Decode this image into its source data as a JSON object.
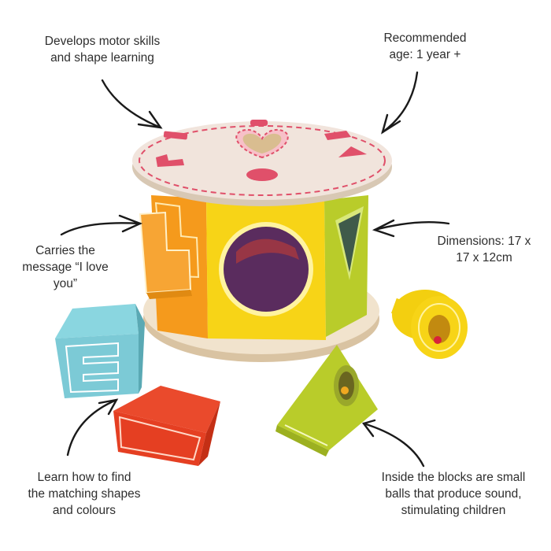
{
  "annotations": {
    "motor_skills": "Develops motor skills\nand shape learning",
    "recommended_age": "Recommended\nage: 1 year +",
    "message": "Carries the\nmessage “I love\nyou”",
    "dimensions": "Dimensions: 17 x\n17 x 12cm",
    "matching": "Learn how to find\nthe matching shapes\nand colours",
    "sound_balls": "Inside the blocks are small\nballs that produce sound,\nstimulating children"
  },
  "product": {
    "name": "Shape sorter drum",
    "lid_shapes": [
      "rectangle",
      "rounded-rect",
      "diamond",
      "triangle",
      "circle",
      "L-shape",
      "heart"
    ],
    "panels": [
      "orange-L",
      "yellow-circle",
      "green-triangle"
    ],
    "loose_blocks": [
      "blue-E-cube",
      "red-rectangle",
      "green-triangle-prism",
      "yellow-cylinder"
    ]
  },
  "colors": {
    "wood": "#efe2cf",
    "lid_red": "#e0506a",
    "orange": "#f59a1c",
    "yellow": "#f7d417",
    "green": "#b9cc2a",
    "blue": "#7ccad6",
    "red": "#e53f22",
    "arrow": "#1a1a1a",
    "text": "#2e2e2e"
  }
}
